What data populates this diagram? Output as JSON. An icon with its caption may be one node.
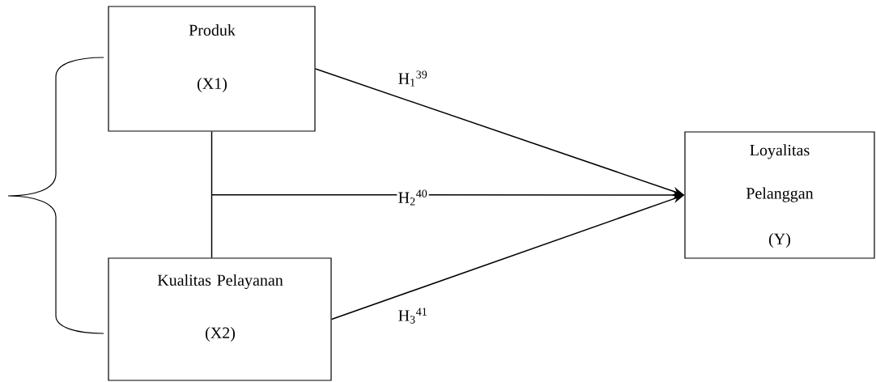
{
  "diagram": {
    "nodes": [
      {
        "text": [
          "Produk",
          "(X1)"
        ]
      },
      {
        "text": [
          "Kualitas Pelayanan",
          "(X2)"
        ]
      },
      {
        "text": [
          "Loyalitas Pelanggan",
          "(Y)"
        ]
      }
    ],
    "edges": [
      {
        "from": 0,
        "to": 2,
        "arrow": "to",
        "label": "H$_{1}$$^{39}$"
      },
      {
        "from": 0,
        "to": 2,
        "arrow": "to",
        "label": "H$_{2}$$^{40}$"
      },
      {
        "from": 1,
        "to": 2,
        "arrow": "to"
      },
      {
        "from": 1,
        "to": 2,
        "arrow": "to",
        "label": "H$_{3}$$^{41}$"
      }
    ]
  }
}
